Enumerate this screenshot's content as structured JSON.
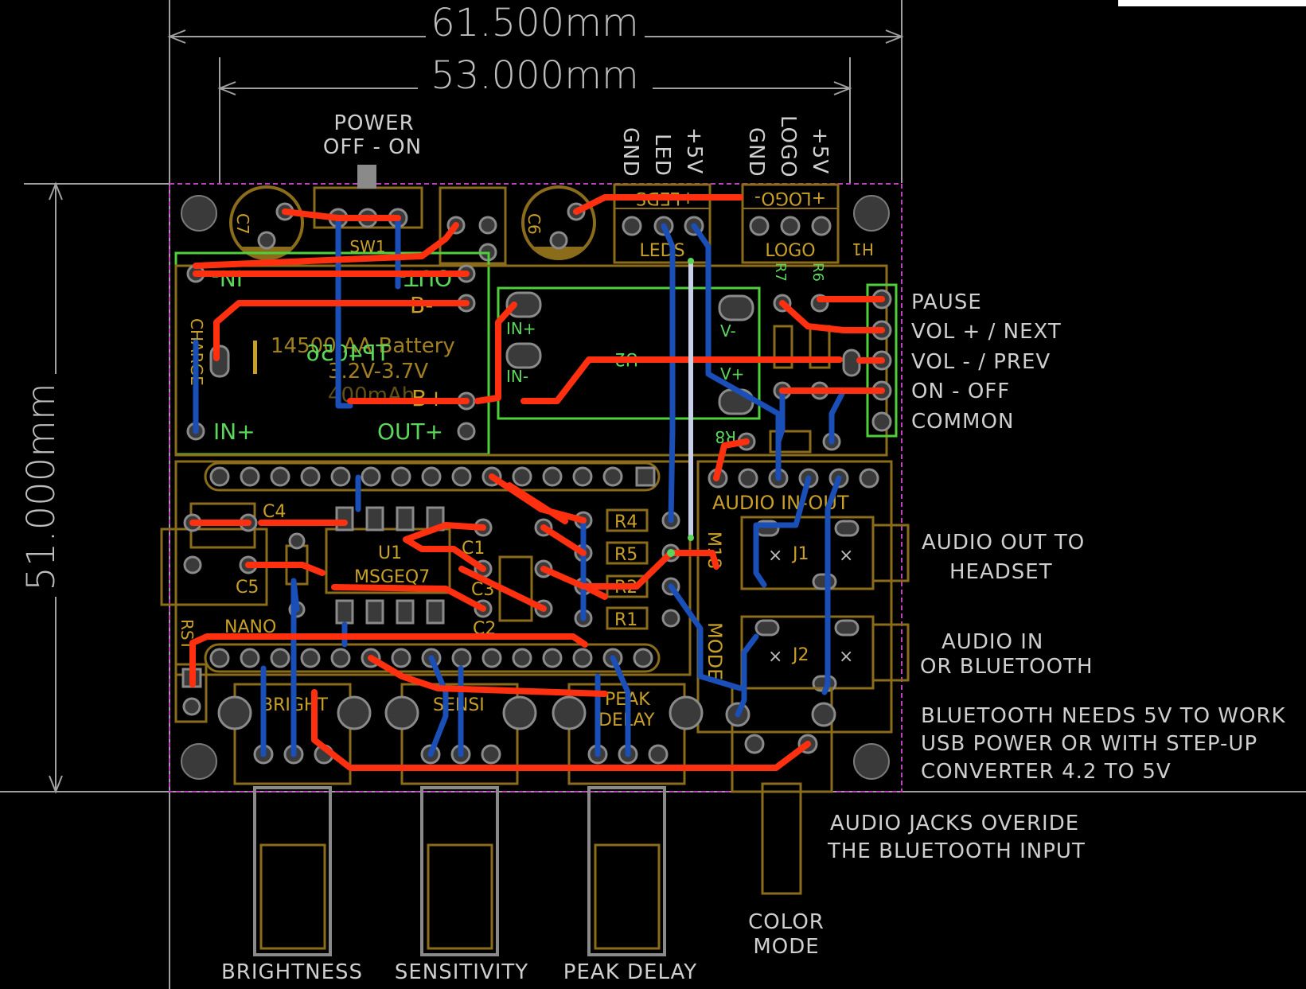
{
  "dimensions": {
    "width_outer": "61.500mm",
    "width_inner": "53.000mm",
    "height": "51.000mm"
  },
  "top_labels": {
    "power": "POWER",
    "power_states": "OFF - ON",
    "leds_header": [
      "GND",
      "LED",
      "+5V"
    ],
    "logo_header": [
      "GND",
      "LOGO",
      "+5V"
    ]
  },
  "right_labels": {
    "buttons": [
      "PAUSE",
      "VOL + / NEXT",
      "VOL - / PREV",
      "ON - OFF",
      "COMMON"
    ],
    "audio_out": [
      "AUDIO OUT TO",
      "HEADSET"
    ],
    "audio_in": [
      "AUDIO IN",
      "OR BLUETOOTH"
    ],
    "bluetooth_note": [
      "BLUETOOTH NEEDS 5V TO WORK",
      "USB POWER OR WITH STEP-UP",
      "CONVERTER 4.2 TO 5V"
    ],
    "jack_note": [
      "AUDIO JACKS OVERIDE",
      "THE BLUETOOTH INPUT"
    ]
  },
  "bottom_labels": {
    "pots": [
      "BRIGHTNESS",
      "SENSITIVITY",
      "PEAK DELAY"
    ],
    "color_mode": [
      "COLOR",
      "MODE"
    ]
  },
  "silkscreen": {
    "c7": "C7",
    "sw1": "SW1",
    "c6": "C6",
    "leds": "LEDS",
    "logo": "LOGO",
    "h1": "H1",
    "in_minus": "IN-",
    "out_minus": "OUT-",
    "b_minus": "B-",
    "charge": "CHARGE",
    "tp4056": "TP4056",
    "battery": "14500 AA Battery",
    "battery_v": "3.2V-3.7V",
    "battery_mah": "400mAh",
    "b_plus": "B+",
    "in_plus": "IN+",
    "out_plus": "OUT+",
    "u2": "U2",
    "u2_in_plus": "IN+",
    "u2_in_minus": "IN-",
    "u2_v_minus": "V-",
    "u2_v_plus": "V+",
    "r7": "R7",
    "r6": "R6",
    "r8": "R8",
    "c4": "C4",
    "c5": "C5",
    "u1": "U1",
    "msgeq7": "MSGEQ7",
    "c1": "C1",
    "c3": "C3",
    "c2": "C2",
    "r4": "R4",
    "r5": "R5",
    "r2": "R2",
    "r1": "R1",
    "m18": "M18",
    "audio_in_out": "AUDIO IN-OUT",
    "j1": "J1",
    "j2": "J2",
    "mode": "MODE",
    "rst": "RST",
    "nano": "NANO",
    "bright": "BRIGHT",
    "sensi": "SENSI",
    "peak": "PEAK",
    "delay": "DELAY",
    "leds_top": "+LEDS-",
    "logo_top": "+LOGO-"
  },
  "colors": {
    "background": "#000000",
    "top_copper": "#ff3010",
    "bottom_copper": "#1a4fb8",
    "silkscreen": "#c8a028",
    "module_outline": "#4fcf3c"
  }
}
